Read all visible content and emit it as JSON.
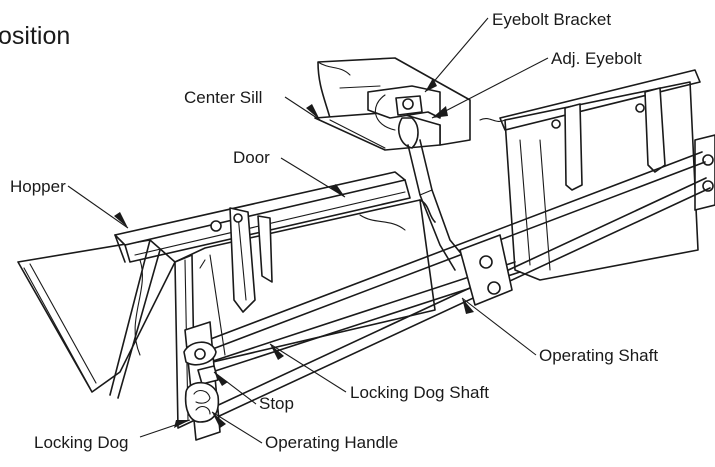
{
  "title_fragment": "osition",
  "labels": {
    "eyebolt_bracket": "Eyebolt Bracket",
    "adj_eyebolt": "Adj. Eyebolt",
    "center_sill": "Center Sill",
    "door": "Door",
    "hopper": "Hopper",
    "operating_shaft": "Operating Shaft",
    "locking_dog_shaft": "Locking Dog Shaft",
    "stop": "Stop",
    "locking_dog": "Locking Dog",
    "operating_handle": "Operating Handle"
  },
  "colors": {
    "line": "#1a1a1a",
    "background": "#ffffff"
  }
}
